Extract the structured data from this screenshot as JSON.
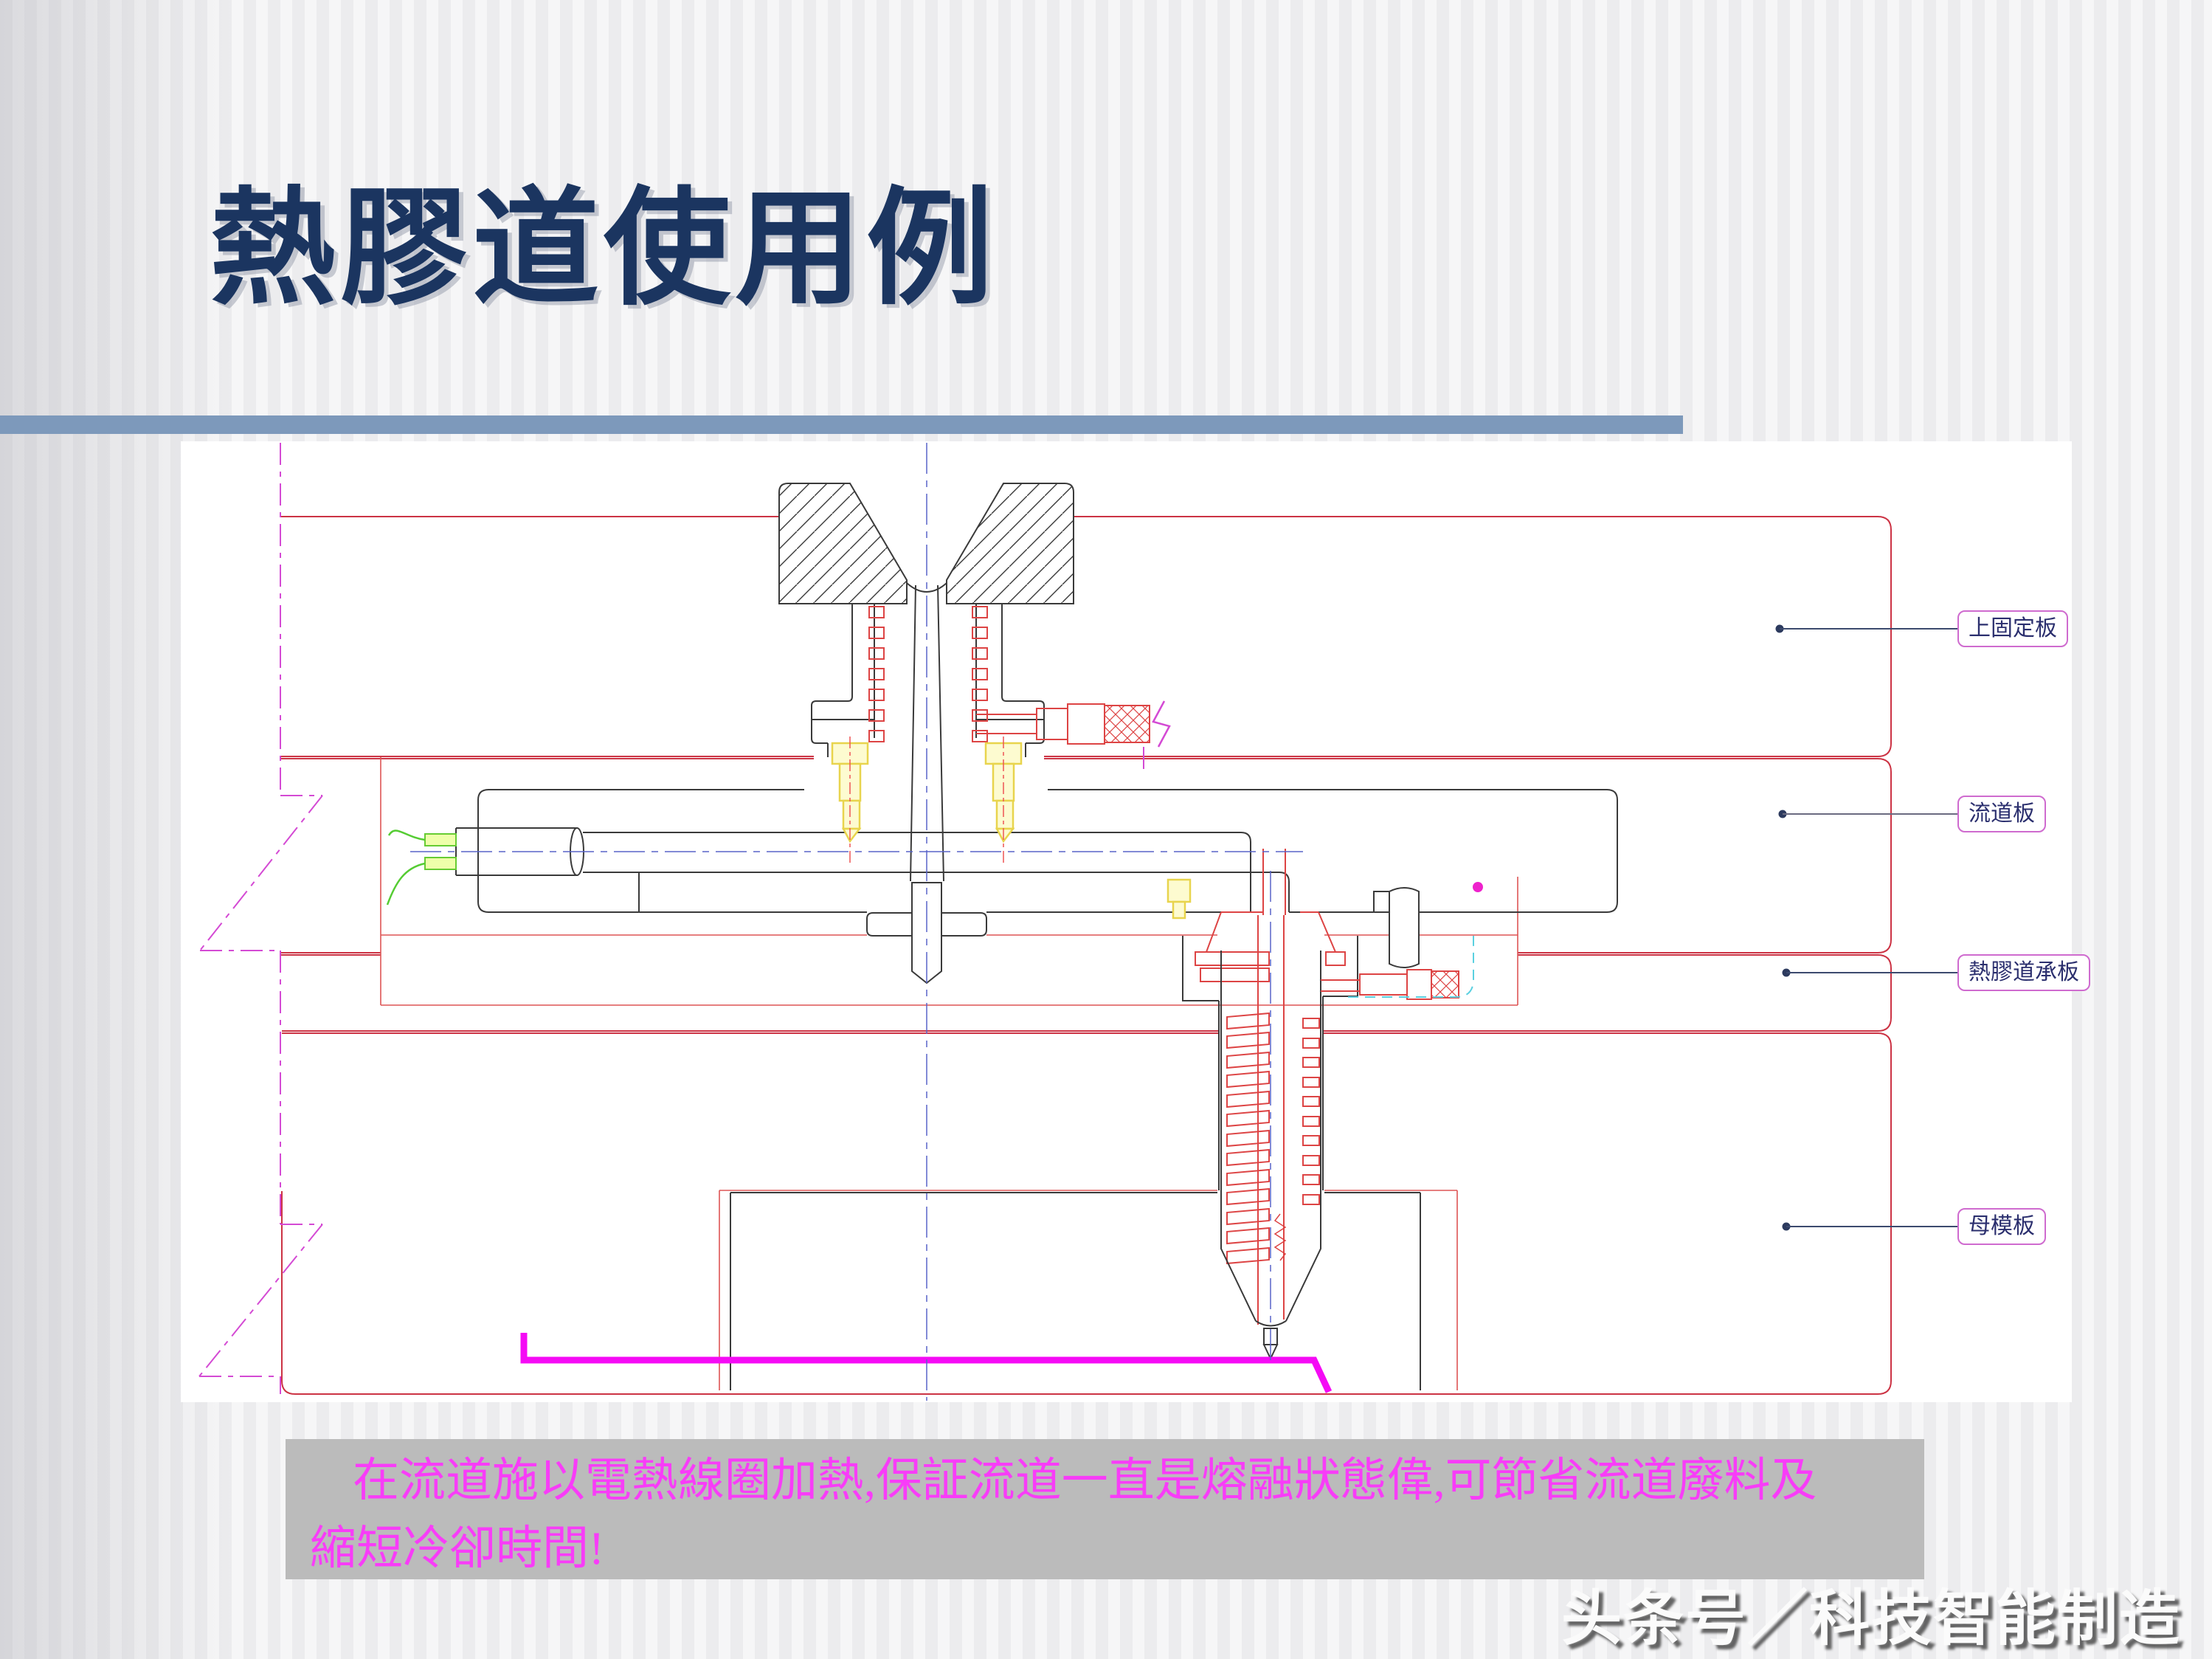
{
  "slide": {
    "title": "熱膠道使用例",
    "caption_line1": "在流道施以電熱線圈加熱,保証流道一直是熔融狀態偉,可節省流道廢料及",
    "caption_line2": "縮短冷卻時間!",
    "watermark": "头条号／科技智能制造"
  },
  "diagram": {
    "labels": [
      {
        "text": "上固定板"
      },
      {
        "text": "流道板"
      },
      {
        "text": "熱膠道承板"
      },
      {
        "text": "母模板"
      }
    ],
    "colors": {
      "title_navy": "#1b3560",
      "divider_blue": "#7d99bb",
      "plate_outline_red": "#cc3344",
      "break_line_magenta": "#d44ad4",
      "centerline_blue": "#5964c8",
      "heater_red": "#dd4444",
      "screw_yellow": "#e8d44d",
      "wire_green": "#55cc33",
      "part_line_magenta": "#f50af5",
      "cyan_dash": "#5ad0e0",
      "label_border_pink": "#cf6bcf",
      "banner_gray": "#bbbbbb",
      "caption_magenta": "#f83cf8"
    }
  }
}
